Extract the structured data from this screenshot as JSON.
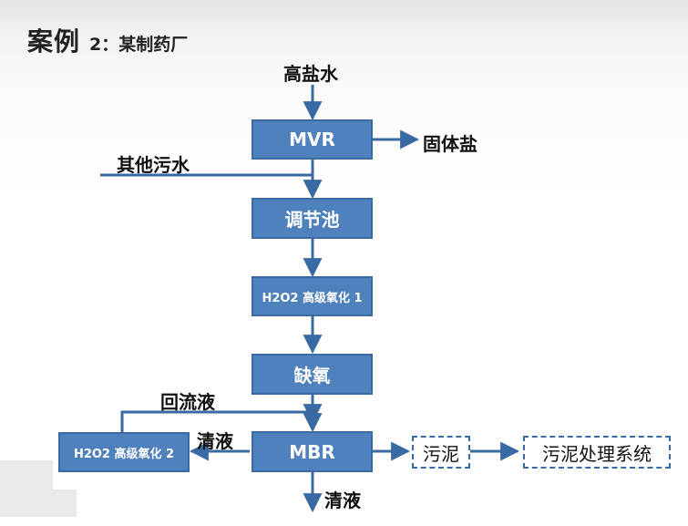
{
  "title": {
    "main": "案例",
    "sub": "2：某制药厂"
  },
  "colors": {
    "box_fill": "#4f81bd",
    "box_border": "#3a6aa3",
    "line": "#3a6aa3"
  },
  "nodes": {
    "mvr": "MVR",
    "equalization": "调节池",
    "oxidation1": "H2O2 高级氧化 1",
    "anoxic": "缺氧",
    "mbr": "MBR",
    "oxidation2": "H2O2 高级氧化 2",
    "sludge": "污泥",
    "sludge_treatment": "污泥处理系统"
  },
  "labels": {
    "high_salt_water": "高盐水",
    "solid_salt": "固体盐",
    "other_wastewater": "其他污水",
    "reflux": "回流液",
    "clear_liquid_left": "清液",
    "clear_liquid_bottom": "清液"
  }
}
